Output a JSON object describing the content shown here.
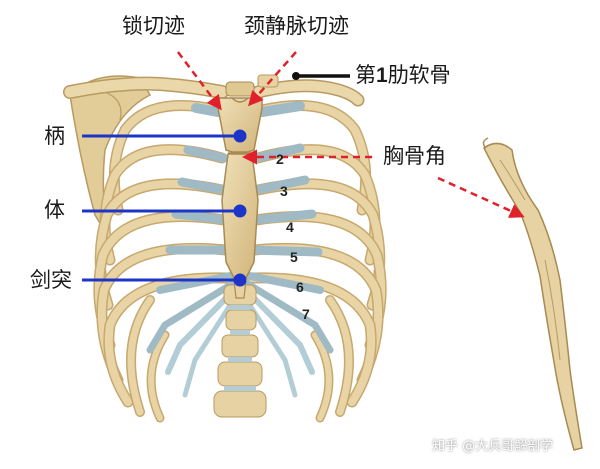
{
  "labels": {
    "jugular_notch_clavicular": "锁切迹",
    "jugular_notch": "颈静脉切迹",
    "first_costal_cartilage_pre": "第",
    "first_costal_cartilage_num": "1",
    "first_costal_cartilage_post": "肋软骨",
    "manubrium": "柄",
    "body": "体",
    "xiphoid": "剑突",
    "sternal_angle": "胸骨角"
  },
  "rib_numbers": [
    "2",
    "3",
    "4",
    "5",
    "6",
    "7"
  ],
  "watermark": "知乎 @大兵哥解剖学",
  "colors": {
    "bone": "#e6d2a2",
    "bone_dark": "#b89a62",
    "cartilage": "#b3cdd6",
    "blue_pointer": "#1c35c8",
    "red_dashed": "#e0202a",
    "black_pointer": "#111111"
  }
}
